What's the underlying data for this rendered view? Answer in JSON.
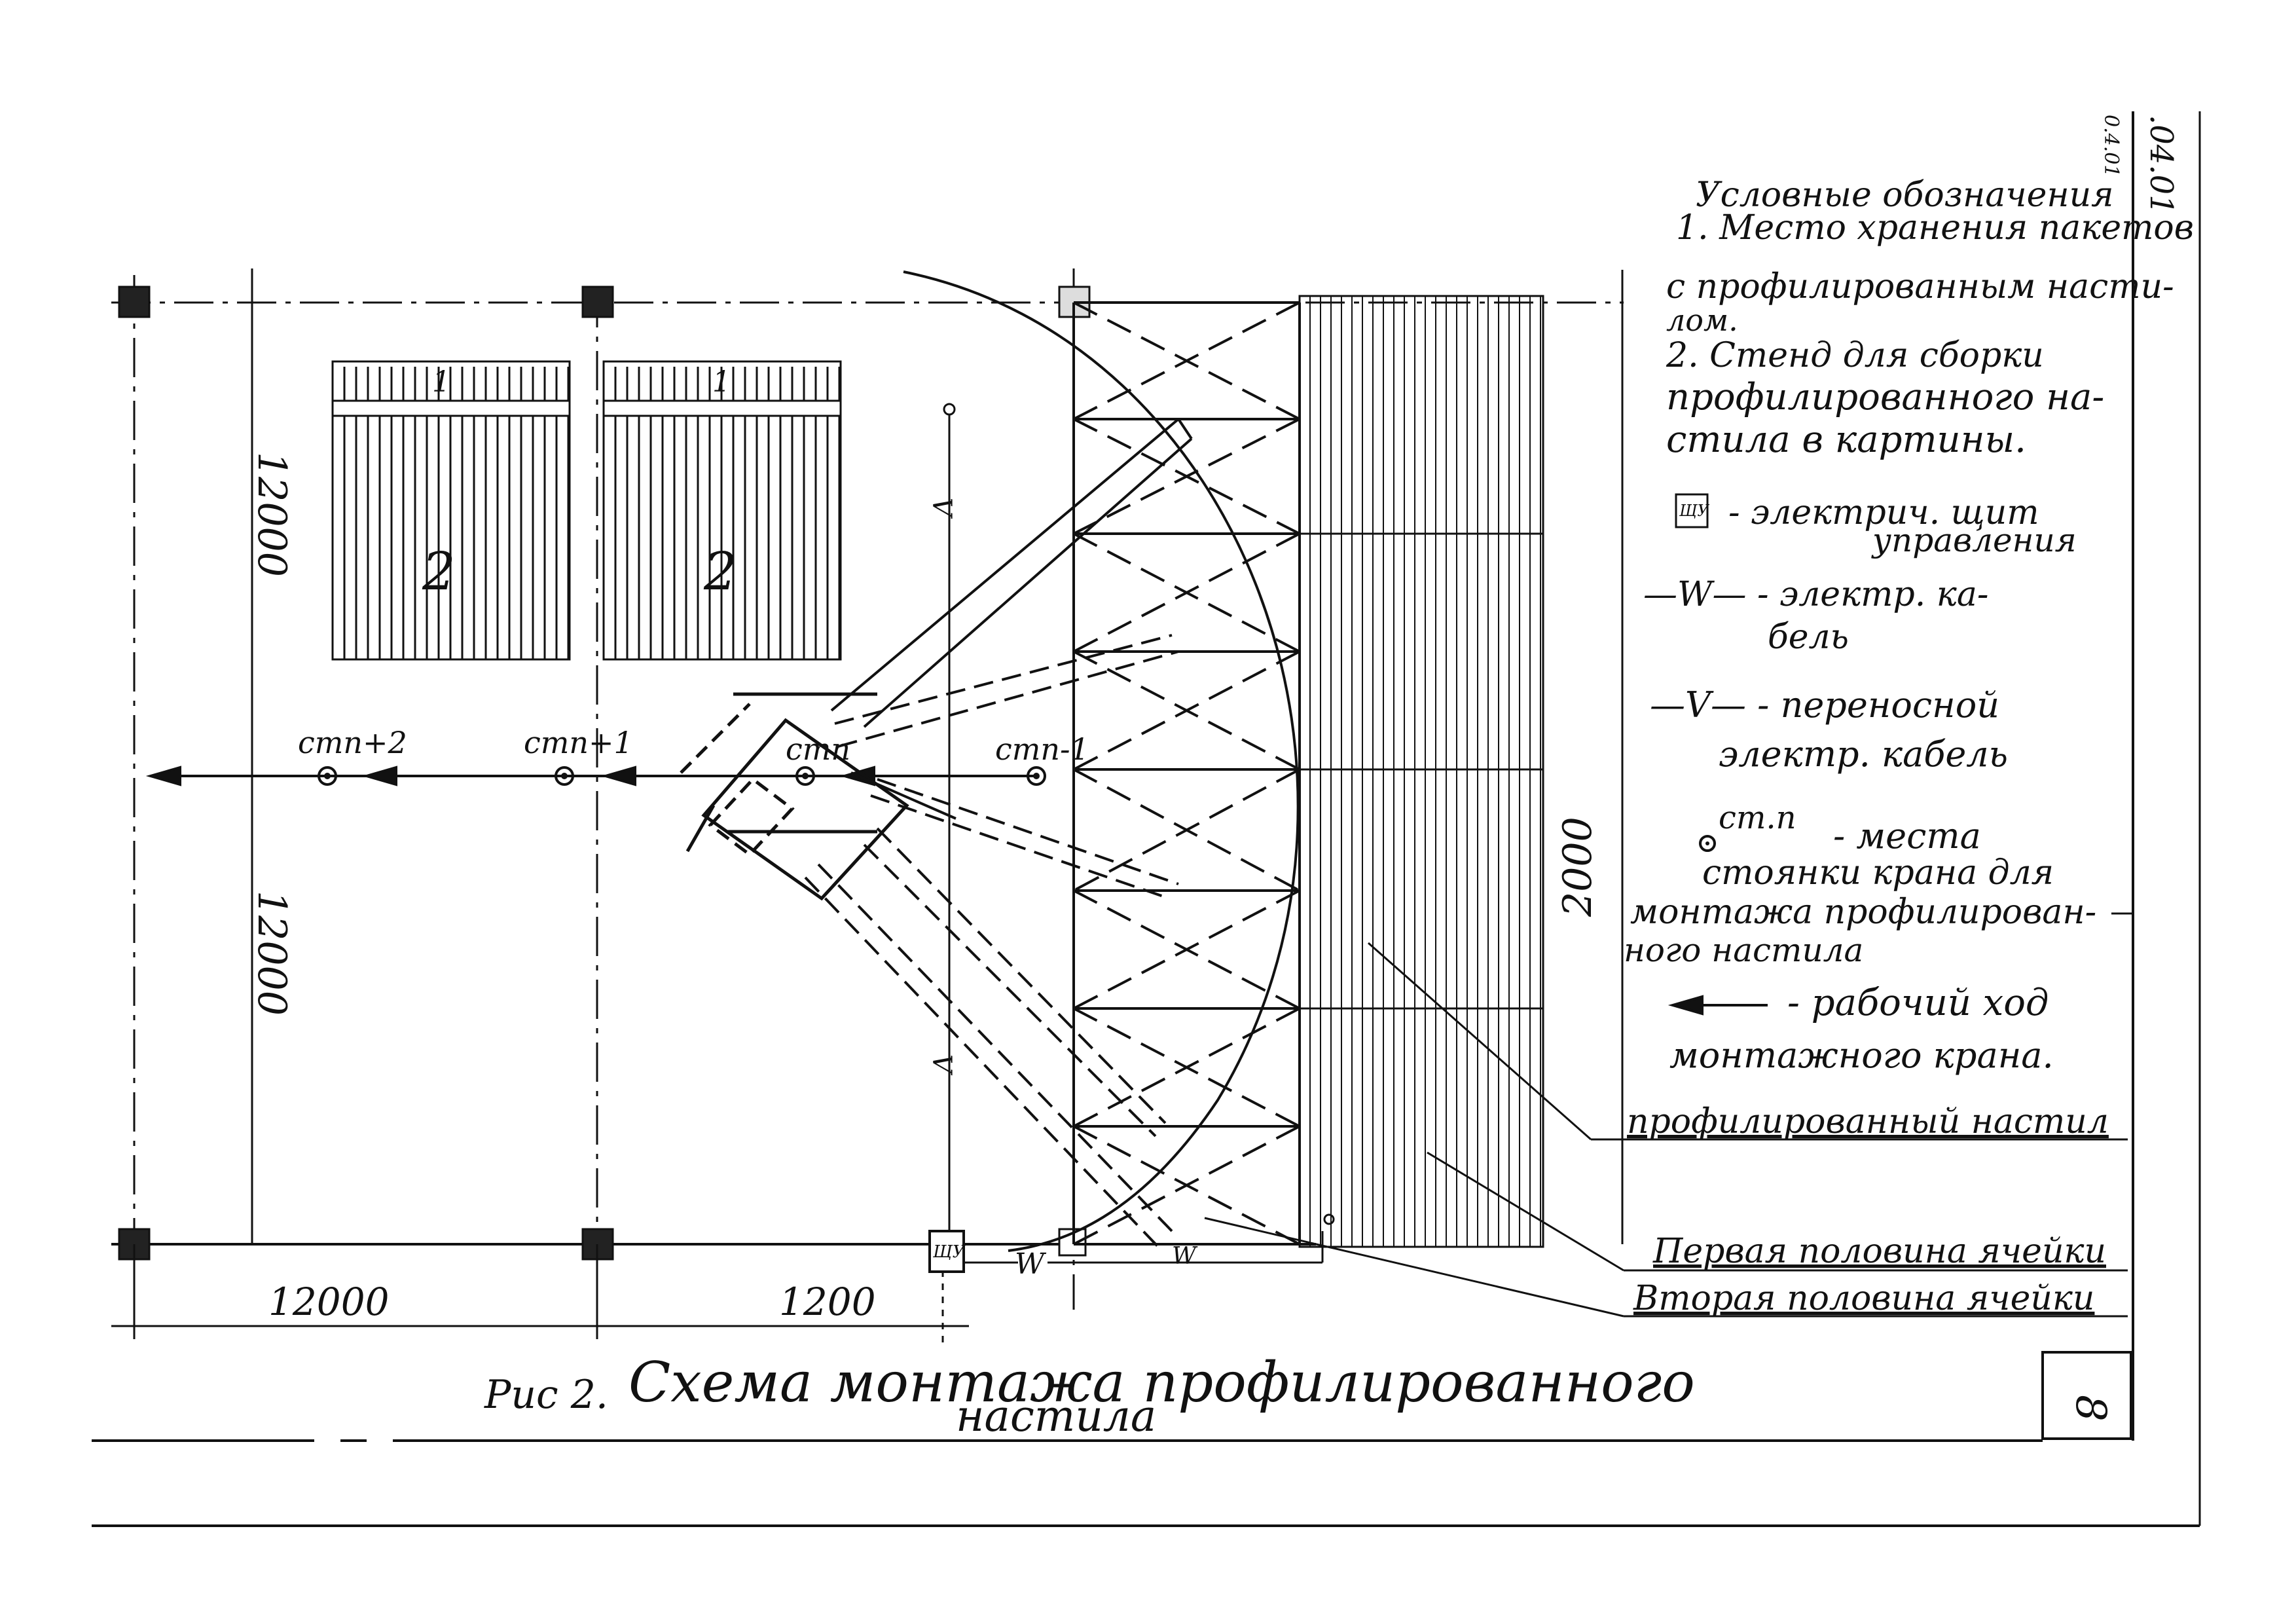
{
  "stamp_code": ".04.01",
  "stamp_code_small": "0.4.01",
  "page_number": "8",
  "dimensions": {
    "left_upper": "12000",
    "left_lower": "12000",
    "right": "2000",
    "bottom_left": "12000",
    "bottom_right": "1200"
  },
  "storage": {
    "tag_1": "1",
    "tag_2": "2"
  },
  "stations": {
    "st_n_plus_2": "стп+2",
    "st_n_plus_1": "стп+1",
    "st_n": "стп",
    "st_n_minus_1": "стп-1"
  },
  "cable_marks": {
    "v": "V",
    "w": "W",
    "w_lower": "W"
  },
  "panel_symbol": "ЩУ",
  "legend": {
    "title": "Условные обозначения",
    "item1_line1": "1. Место хранения пакетов",
    "item1_line2": "с профилированным насти-",
    "item1_line3": "лом.",
    "item2_line1": "2. Стенд для сборки",
    "item2_line2": "профилированного на-",
    "item2_line3": "стила в картины.",
    "panel_line1": "- электрич. щит",
    "panel_line2": "управления",
    "cable_w_line1": "—W— - электр. ка-",
    "cable_w_line2": "бель",
    "cable_v_line1": "—V— - переносной",
    "cable_v_line2": "электр. кабель",
    "station_symbol": "ст.п",
    "station_line1": "- места",
    "station_line2": "стоянки крана для",
    "station_line3": "монтажа профилирован-",
    "station_line4": "ного настила",
    "travel_line1": "- рабочий ход",
    "travel_line2": "монтажного крана."
  },
  "callouts": {
    "deck": "профилированный настил",
    "first_half": "Первая половина ячейки",
    "second_half": "Вторая половина ячейки"
  },
  "caption": {
    "prefix": "Рис 2.",
    "line1": "Схема монтажа профилированного",
    "line2": "настила"
  }
}
